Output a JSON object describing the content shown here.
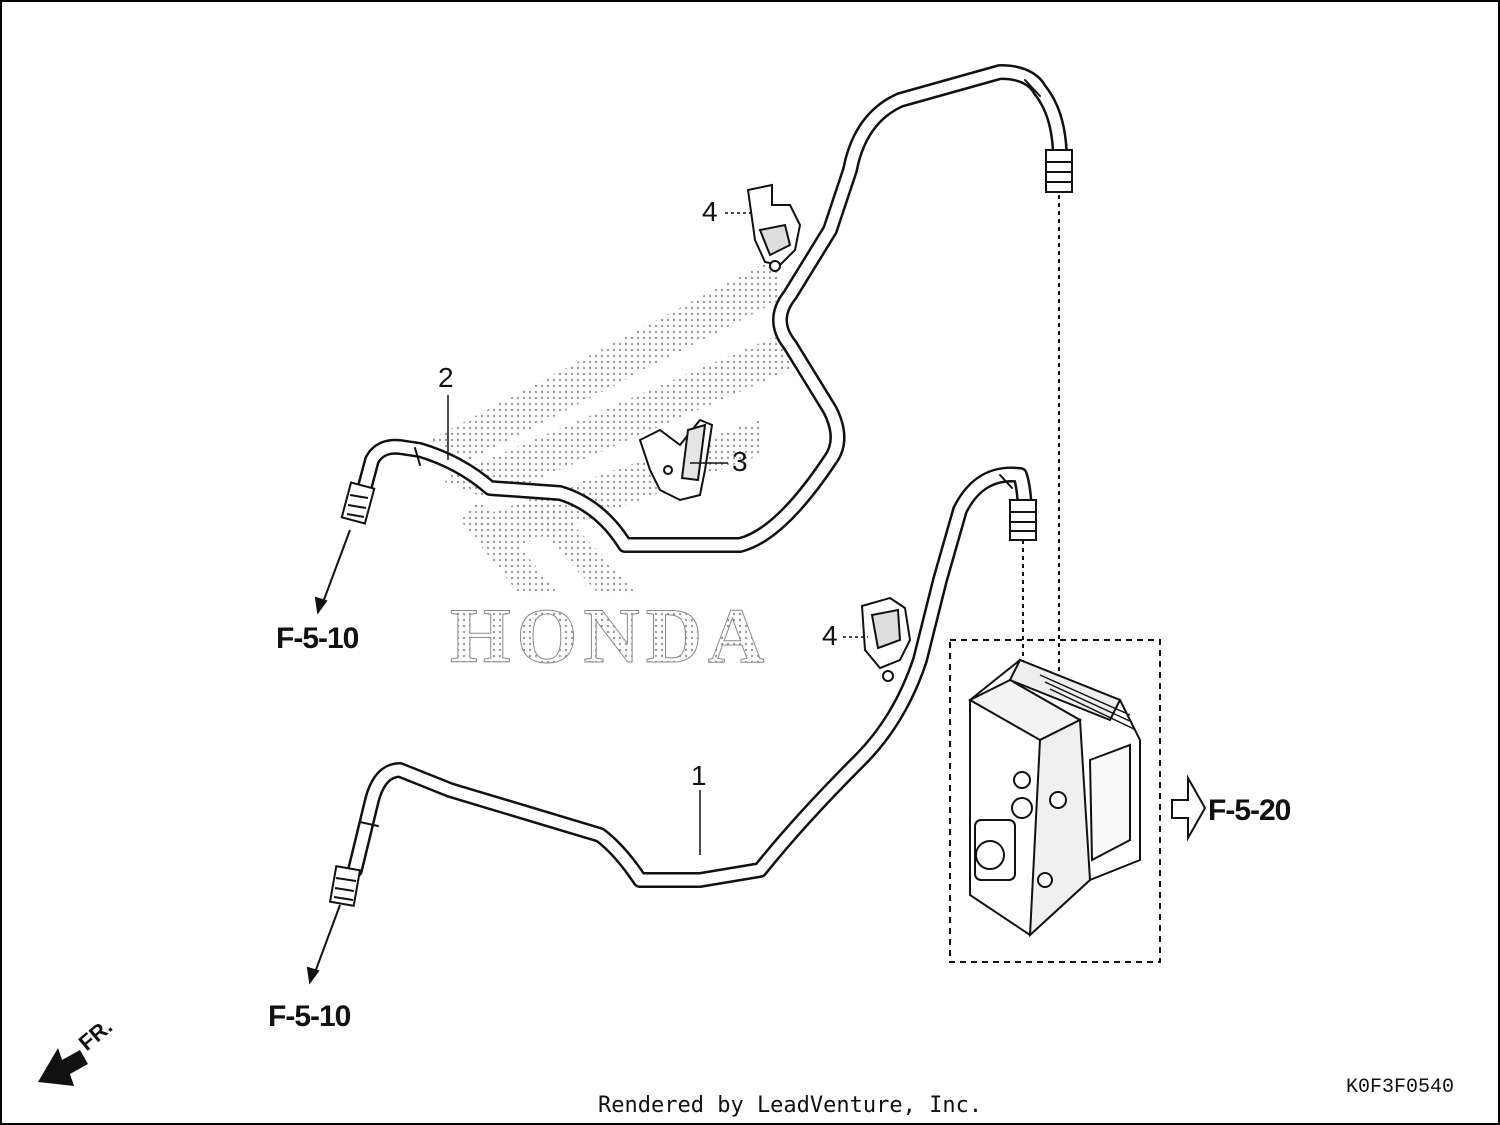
{
  "diagram": {
    "callouts": {
      "part_1": "1",
      "part_2": "2",
      "part_3": "3",
      "part_4_upper": "4",
      "part_4_lower": "4"
    },
    "references": {
      "upper_left": "F-5-10",
      "lower_left": "F-5-10",
      "right": "F-5-20"
    },
    "front_indicator": "FR.",
    "watermark": "HONDA",
    "diagram_code": "K0F3F0540"
  },
  "footer": {
    "credit": "Rendered by LeadVenture, Inc."
  },
  "colors": {
    "line": "#111111",
    "watermark_dots": "#9a9a9a",
    "background": "#ffffff"
  }
}
